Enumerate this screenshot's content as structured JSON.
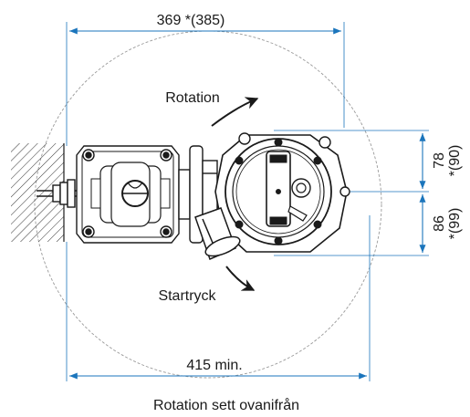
{
  "dimensions": {
    "top_width": "369 *(385)",
    "bottom_width": "415 min.",
    "right_upper": "78",
    "right_upper_alt": "*(90)",
    "right_lower": "86",
    "right_lower_alt": "*(99)"
  },
  "annotations": {
    "rotation": "Rotation",
    "start_push": "Startryck"
  },
  "caption": "Rotation sett ovanifrån",
  "colors": {
    "dimension_line": "#1b75bc",
    "drawing_ink": "#1a1a1a",
    "swing_circle": "#9a9a9a"
  }
}
